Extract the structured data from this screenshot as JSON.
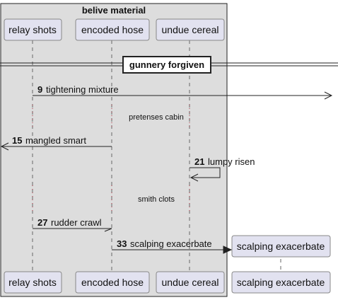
{
  "group": {
    "title": "belive material"
  },
  "participants": [
    {
      "id": "relay",
      "name": "relay shots"
    },
    {
      "id": "hose",
      "name": "encoded hose"
    },
    {
      "id": "cereal",
      "name": "undue cereal"
    },
    {
      "id": "scalping",
      "name": "scalping exacerbate"
    }
  ],
  "divider": {
    "label": "gunnery forgiven"
  },
  "messages": [
    {
      "number": "9",
      "text": "tightening mixture"
    },
    {
      "number": "15",
      "text": "mangled smart"
    },
    {
      "number": "21",
      "text": "lumpy risen"
    },
    {
      "number": "27",
      "text": "rudder crawl"
    },
    {
      "number": "33",
      "text": "scalping exacerbate"
    }
  ],
  "delays": [
    {
      "text": "pretenses cabin"
    },
    {
      "text": "smith clots"
    }
  ],
  "colors": {
    "group_fill": "#dddddd",
    "participant_fill": "#e2e2f0",
    "participant_border": "#888888",
    "line": "#222222"
  }
}
